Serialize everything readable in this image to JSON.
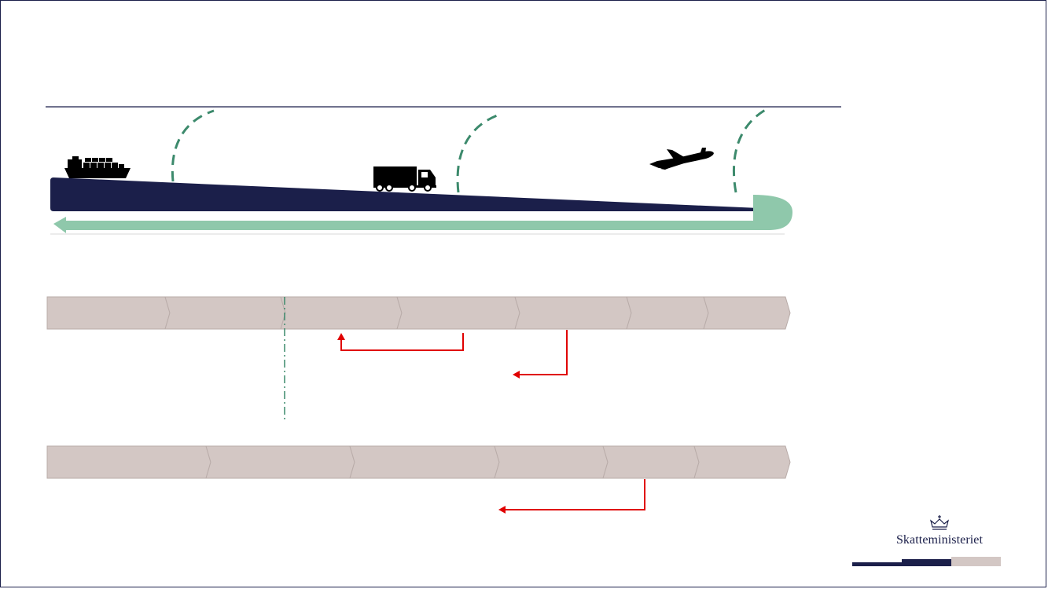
{
  "brand": {
    "name": "Skatteministeriet",
    "crown_icon": "crown-icon"
  },
  "transport_icons": [
    "ship-icon",
    "truck-icon",
    "airplane-icon"
  ],
  "process_row_1": {
    "stage_count": 7,
    "dashed_marker_after_stage": 2,
    "return_arrows": 2
  },
  "process_row_2": {
    "stage_count": 6,
    "return_arrows": 1
  },
  "colors": {
    "navy": "#1b1f4a",
    "mint": "#8fc8ab",
    "dashed_green": "#3c8a6c",
    "stage_fill": "#d3c7c4",
    "arrow_red": "#e00000",
    "footer_light": "#d3c7c4"
  }
}
